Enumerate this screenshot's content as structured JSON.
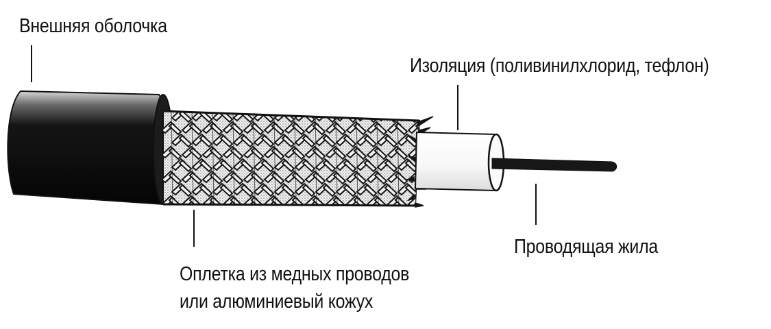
{
  "labels": {
    "outer_jacket": "Внешняя оболочка",
    "insulation": "Изоляция (поливинилхлорид, тефлон)",
    "conductor": "Проводящая жила",
    "braid_line1": "Оплетка из медных проводов",
    "braid_line2": "или алюминиевый кожух"
  },
  "colors": {
    "jacket": "#101010",
    "braid_dark": "#161616",
    "braid_light": "#f2f2f2",
    "braid_stipple": "#9a9a9a",
    "insulation": "#ffffff",
    "core": "#161616",
    "leader": "#111111"
  }
}
